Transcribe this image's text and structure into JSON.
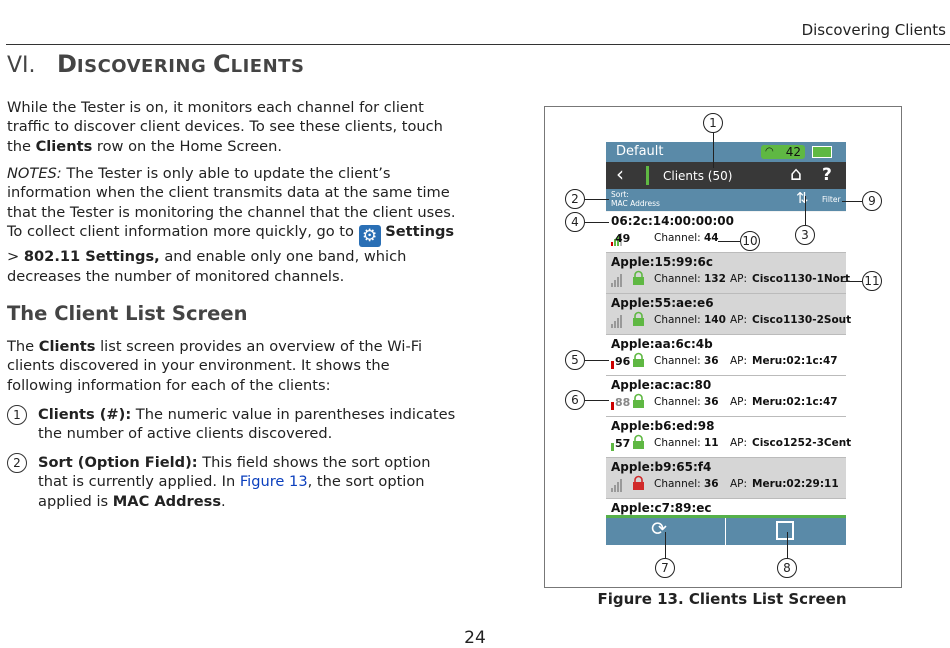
{
  "running_header": "Discovering Clients",
  "chapter": {
    "number": "VI.",
    "title_first": "D",
    "title_rest": "ISCOVERING ",
    "title_second": "C",
    "title_rest2": "LIENTS"
  },
  "intro": {
    "p1_a": "While the Tester is on, it monitors each channel for client traffic to discover client devices. To see these clients, touch the ",
    "p1_bold": "Clients",
    "p1_b": " row on the Home Screen.",
    "notes_label": "NOTES:",
    "notes_a": " The Tester is only able to update the client’s information when the client transmits data at the same time that the Tester is monitoring the channel that the client uses. To collect client information more quickly, go to ",
    "notes_settings": "Settings",
    "notes_gt": " > ",
    "notes_80211": "802.11 Settings,",
    "notes_b": " and enable only one band, which decreases the number of monitored channels."
  },
  "section": {
    "heading": "The Client List Screen",
    "p_a": "The ",
    "p_bold": "Clients",
    "p_b": " list screen provides an overview of the Wi-Fi clients discovered in your environment. It shows the following information for each of the clients:"
  },
  "items": [
    {
      "num": "1",
      "label": "Clients (#):",
      "text": " The numeric value in parentheses indicates the number of active clients discovered."
    },
    {
      "num": "2",
      "label": "Sort (Option Field):",
      "text_a": " This field shows the sort option that is currently applied. In ",
      "link": "Figure 13",
      "text_b": ", the sort option applied is ",
      "bold_end": "MAC Address",
      "text_c": "."
    }
  ],
  "figure": {
    "caption": "Figure 13. Clients List Screen",
    "device": {
      "profile": "Default",
      "wifi_count": "42",
      "title": "Clients (50)",
      "sort_label": "Sort:",
      "sort_value": "MAC Address",
      "filter_label": "Filter",
      "help": "?",
      "channel_label": "Channel:",
      "ap_label": "AP:",
      "clients": [
        {
          "mac": "06:2c:14:00:00:00",
          "signal": "49",
          "channel": "44",
          "ap": "",
          "lock": "",
          "shade": "light"
        },
        {
          "mac": "Apple:15:99:6c",
          "signal": "",
          "channel": "132",
          "ap": "Cisco1130-1Nort",
          "lock": "green",
          "shade": "dark"
        },
        {
          "mac": "Apple:55:ae:e6",
          "signal": "",
          "channel": "140",
          "ap": "Cisco1130-2Sout",
          "lock": "green",
          "shade": "dark"
        },
        {
          "mac": "Apple:aa:6c:4b",
          "signal": "96",
          "channel": "36",
          "ap": "Meru:02:1c:47",
          "lock": "green",
          "shade": "light"
        },
        {
          "mac": "Apple:ac:ac:80",
          "signal": "88",
          "channel": "36",
          "ap": "Meru:02:1c:47",
          "lock": "green",
          "shade": "light"
        },
        {
          "mac": "Apple:b6:ed:98",
          "signal": "57",
          "channel": "11",
          "ap": "Cisco1252-3Cent",
          "lock": "green",
          "shade": "light"
        },
        {
          "mac": "Apple:b9:65:f4",
          "signal": "",
          "channel": "36",
          "ap": "Meru:02:29:11",
          "lock": "red",
          "shade": "dark"
        },
        {
          "mac": "Apple:c7:89:ec",
          "signal": "",
          "channel": "",
          "ap": "",
          "lock": "",
          "shade": "light"
        }
      ]
    },
    "callouts": [
      "1",
      "2",
      "3",
      "4",
      "5",
      "6",
      "7",
      "8",
      "9",
      "10",
      "11"
    ]
  },
  "page_number": "24",
  "colors": {
    "device_blue": "#5a8aa8",
    "device_dark": "#383838",
    "wifi_green": "#5fb843",
    "link": "#0b3fbd"
  }
}
